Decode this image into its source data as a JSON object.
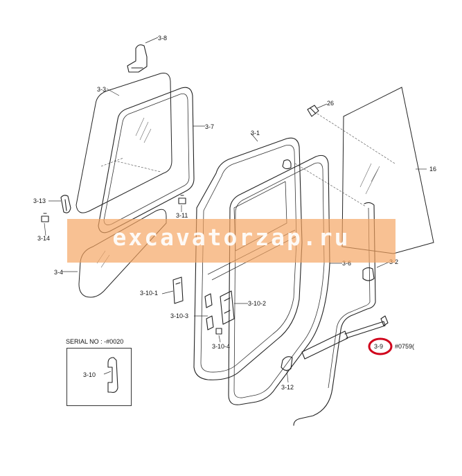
{
  "colors": {
    "watermark_band": "#f4a460",
    "watermark_text": "#ffffff",
    "highlight_ring": "#d0021b",
    "line": "#222222"
  },
  "watermark": {
    "text": "excavatorzap.ru"
  },
  "serial_note": {
    "label": "SERIAL NO : -#0020",
    "callout": "3-10"
  },
  "callouts": {
    "c38": "3-8",
    "c33": "3-3",
    "c37": "3-7",
    "c31": "3-1",
    "c26": "26",
    "c16": "16",
    "c313": "3-13",
    "c314": "3-14",
    "c311": "3-11",
    "c34": "3-4",
    "c36": "3-6",
    "c32": "3-2",
    "c3101": "3-10-1",
    "c3102": "3-10-2",
    "c3103": "3-10-3",
    "c3104": "3-10-4",
    "c39": "3-9",
    "c39note": "#0759(",
    "c312": "3-12"
  }
}
